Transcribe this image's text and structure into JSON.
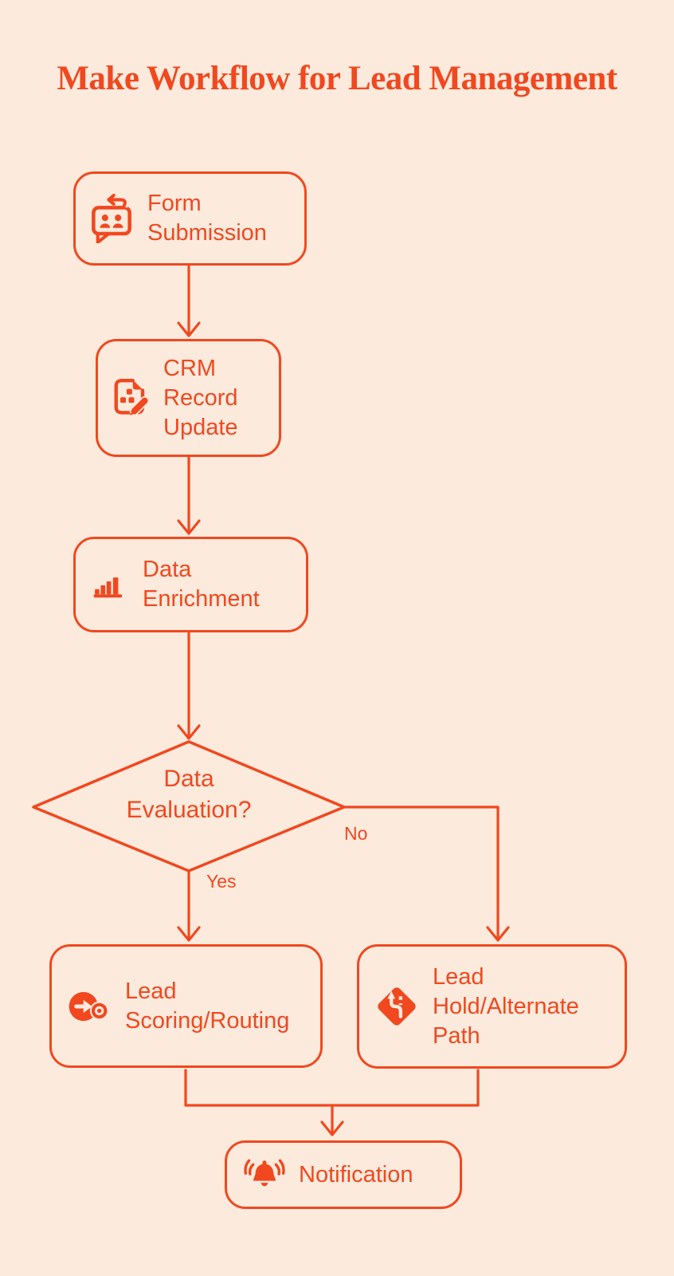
{
  "colors": {
    "accent": "#F1481F",
    "background": "#FCEADD"
  },
  "title": "Make Workflow for Lead Management",
  "diagram": {
    "nodes": [
      {
        "id": "form-submission",
        "type": "process",
        "icon": "form-submission-icon",
        "label": "Form Submission",
        "lines": [
          "Form",
          "Submission"
        ]
      },
      {
        "id": "crm-record-update",
        "type": "process",
        "icon": "document-edit-icon",
        "label": "CRM Record Update",
        "lines": [
          "CRM",
          "Record",
          "Update"
        ]
      },
      {
        "id": "data-enrichment",
        "type": "process",
        "icon": "bar-chart-icon",
        "label": "Data Enrichment",
        "lines": [
          "Data",
          "Enrichment"
        ]
      },
      {
        "id": "data-evaluation",
        "type": "decision",
        "icon": "",
        "label": "Data Evaluation?",
        "lines": [
          "Data",
          "Evaluation?"
        ]
      },
      {
        "id": "lead-scoring-routing",
        "type": "process",
        "icon": "lead-routing-icon",
        "label": "Lead Scoring/Routing",
        "lines": [
          "Lead",
          "Scoring/Routing"
        ]
      },
      {
        "id": "lead-hold-alternate-path",
        "type": "process",
        "icon": "merge-path-icon",
        "label": "Lead Hold/Alternate Path",
        "lines": [
          "Lead",
          "Hold/Alternate",
          "Path"
        ]
      },
      {
        "id": "notification",
        "type": "process",
        "icon": "bell-icon",
        "label": "Notification",
        "lines": [
          "Notification"
        ]
      }
    ],
    "edges": [
      {
        "from": "form-submission",
        "to": "crm-record-update",
        "label": ""
      },
      {
        "from": "crm-record-update",
        "to": "data-enrichment",
        "label": ""
      },
      {
        "from": "data-enrichment",
        "to": "data-evaluation",
        "label": ""
      },
      {
        "from": "data-evaluation",
        "to": "lead-scoring-routing",
        "label": "Yes"
      },
      {
        "from": "data-evaluation",
        "to": "lead-hold-alternate-path",
        "label": "No"
      },
      {
        "from": "lead-scoring-routing",
        "to": "notification",
        "label": ""
      },
      {
        "from": "lead-hold-alternate-path",
        "to": "notification",
        "label": ""
      }
    ]
  }
}
